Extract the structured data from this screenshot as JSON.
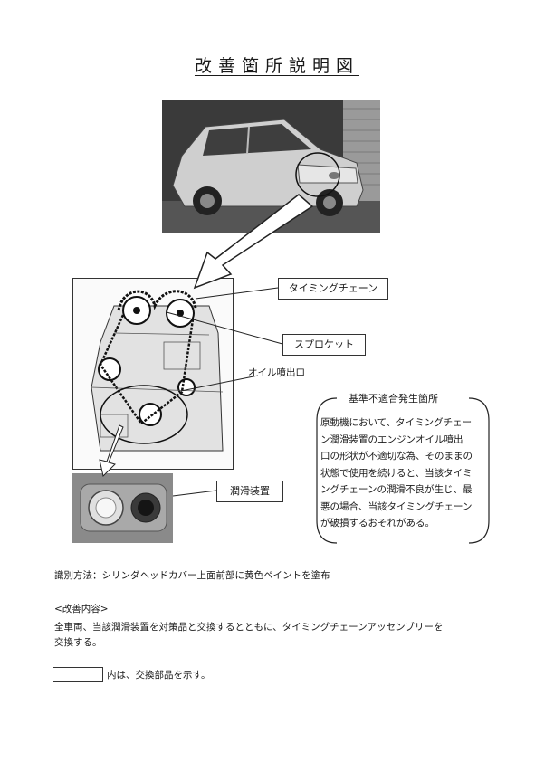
{
  "title": "改善箇所説明図",
  "labels": {
    "timing_chain": "タイミングチェーン",
    "sprocket": "スプロケット",
    "oil_outlet": "オイル噴出口",
    "lubricator": "潤滑装置"
  },
  "nonconformity": {
    "heading": "基準不適合発生箇所",
    "lines": [
      "原動機において、タイミングチェー",
      "ン潤滑装置のエンジンオイル噴出",
      "口の形状が不適切な為、そのままの",
      "状態で使用を続けると、当該タイミ",
      "ングチェーンの潤滑不良が生じ、最",
      "悪の場合、当該タイミングチェーン",
      "が破損するおそれがある。"
    ]
  },
  "identification": "識別方法：シリンダヘッドカバー上面前部に黄色ペイントを塗布",
  "improvement": {
    "heading": "<改善内容>",
    "line1": "全車両、当該潤滑装置を対策品と交換するとともに、タイミングチェーンアッセンブリーを",
    "line2": "交換する。"
  },
  "legend": "内は、交換部品を示す。"
}
